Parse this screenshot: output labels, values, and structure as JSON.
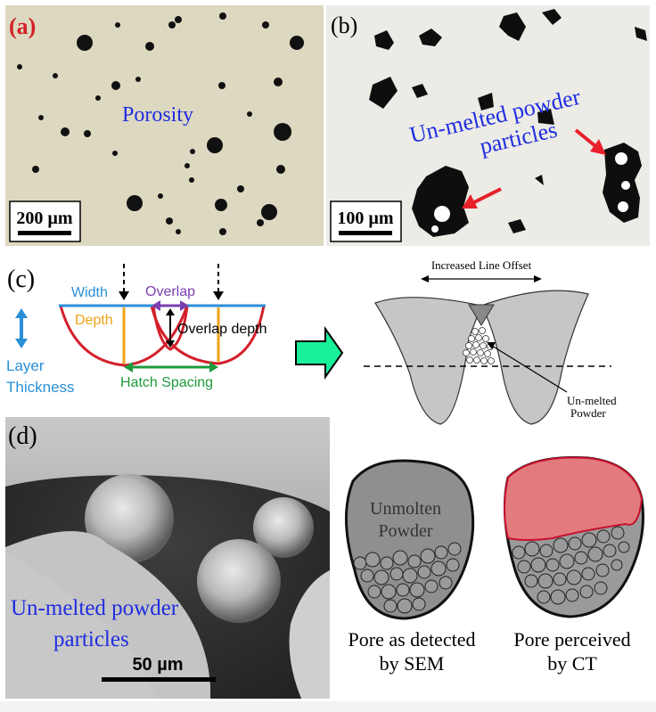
{
  "panel_a": {
    "label": "(a)",
    "caption": "Porosity",
    "scale_bar": "200 µm"
  },
  "panel_b": {
    "label": "(b)",
    "caption_line1": "Un-melted powder",
    "caption_line2": "particles",
    "scale_bar": "100 µm"
  },
  "panel_c": {
    "label": "(c)",
    "width": "Width",
    "overlap": "Overlap",
    "depth": "Depth",
    "overlap_depth": "Overlap depth",
    "layer_line1": "Layer",
    "layer_line2": "Thickness",
    "hatch_spacing": "Hatch Spacing",
    "increased_line_offset": "Increased Line Offset",
    "unmelted_line1": "Un-melted",
    "unmelted_line2": "Powder"
  },
  "panel_d": {
    "label": "(d)",
    "caption_line1": "Un-melted powder",
    "caption_line2": "particles",
    "scale_bar": "50 µm",
    "pore_label_line1": "Unmolten",
    "pore_label_line2": "Powder",
    "sem_line1": "Pore as detected",
    "sem_line2": "by SEM",
    "ct_line1": "Pore perceived",
    "ct_line2": "by CT"
  },
  "colors": {
    "blue_text": "#1f2de0",
    "red_arrow": "#e8202a",
    "cyan_line": "#2a8fd6",
    "orange_depth": "#f0a418",
    "purple_overlap": "#7b3fb0",
    "green_hatch": "#1e9a3c",
    "green_arrow": "#19f09a",
    "track_red": "#d4202a",
    "pore_pink": "#e27a7e"
  }
}
